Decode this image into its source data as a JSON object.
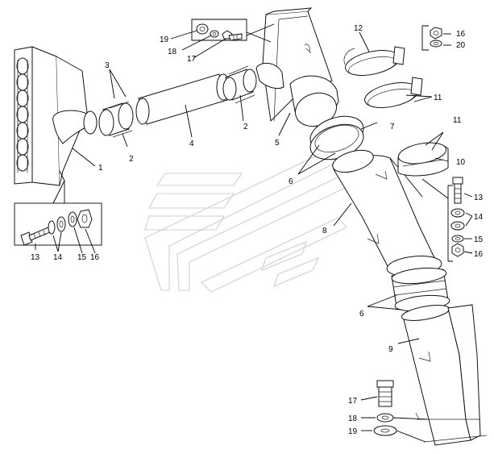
{
  "diagram": {
    "labels": {
      "n1": "1",
      "n2a": "2",
      "n2b": "2",
      "n3": "3",
      "n4": "4",
      "n5": "5",
      "n6a": "6",
      "n6b": "6",
      "n7": "7",
      "n8": "8",
      "n9": "9",
      "n10": "10",
      "n11a": "11",
      "n11b": "11",
      "n12": "12",
      "n13a": "13",
      "n13b": "13",
      "n14a": "14",
      "n14b": "14",
      "n15a": "15",
      "n15b": "15",
      "n16a": "16",
      "n16b": "16",
      "n16c": "16",
      "n17a": "17",
      "n17b": "17",
      "n18a": "18",
      "n18b": "18",
      "n19a": "19",
      "n19b": "19",
      "n20": "20"
    }
  }
}
